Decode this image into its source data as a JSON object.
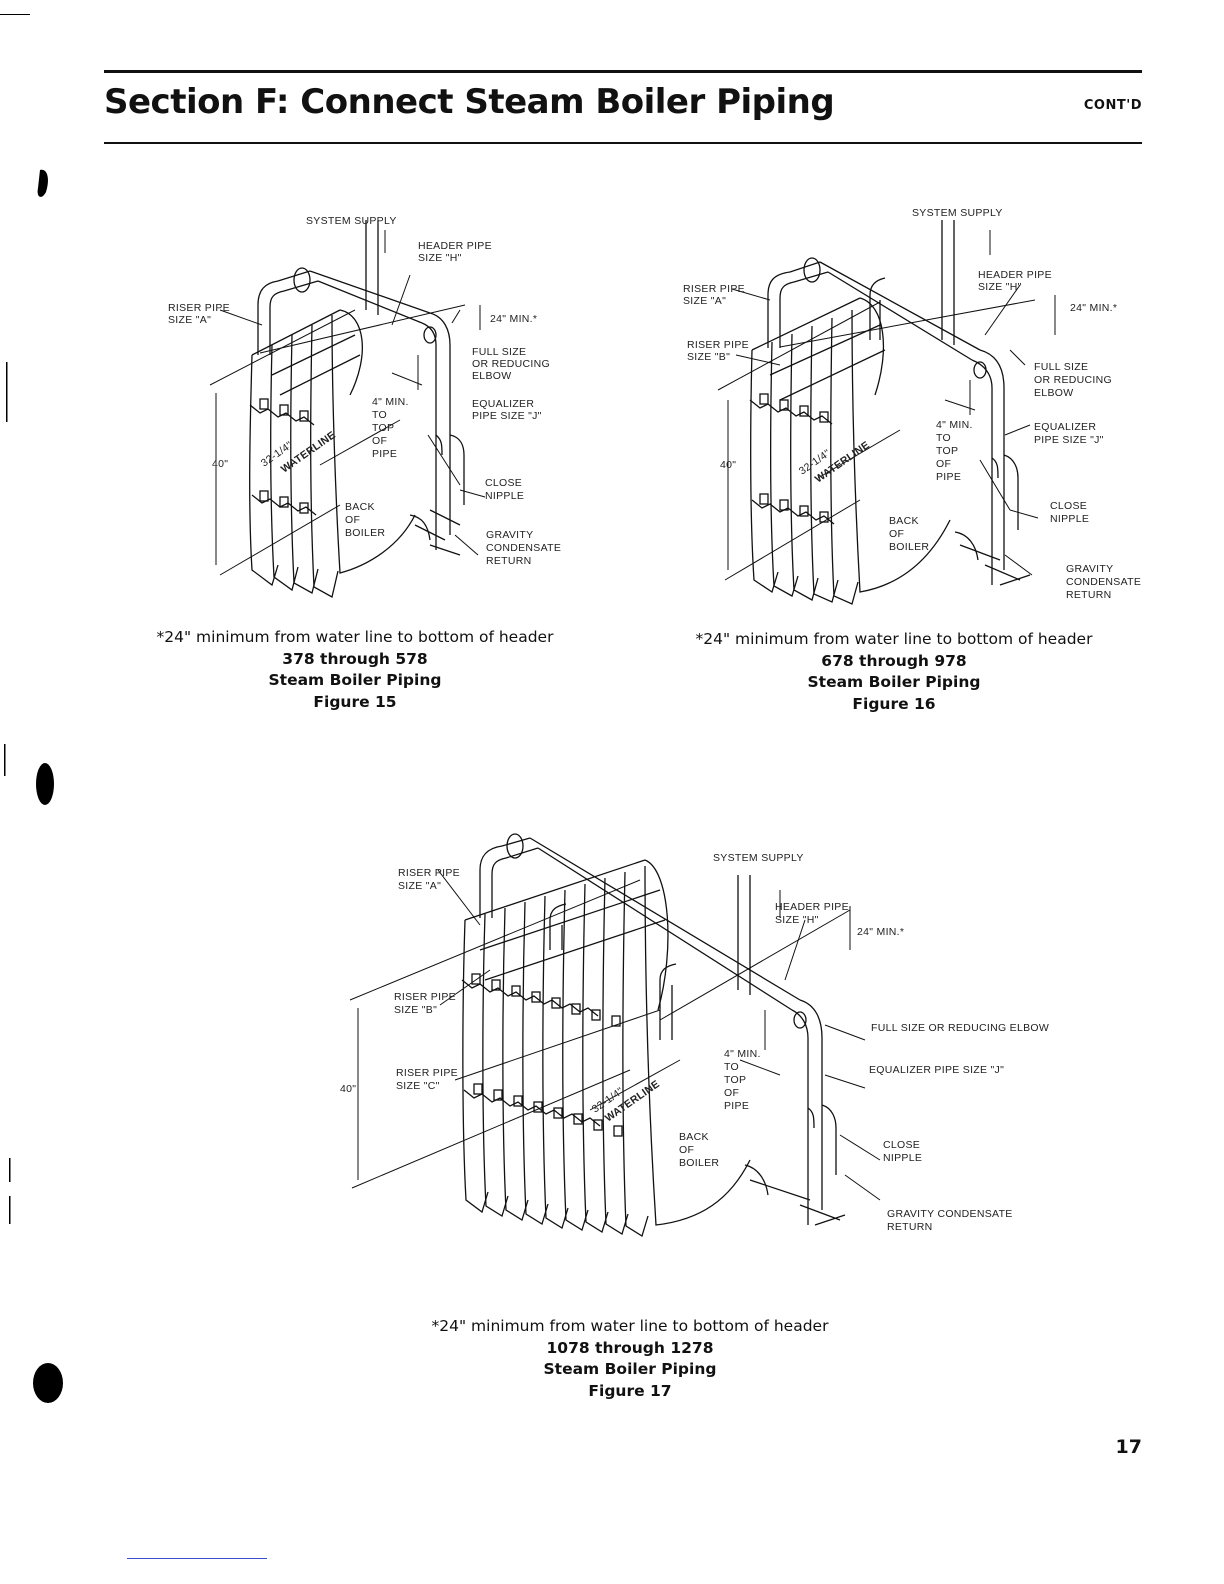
{
  "header": {
    "title": "Section F: Connect Steam Boiler Piping",
    "contd": "CONT'D"
  },
  "figures": [
    {
      "labels": {
        "system_supply": "SYSTEM SUPPLY",
        "header_pipe_1": "HEADER PIPE",
        "header_pipe_2": "SIZE \"H\"",
        "riser_a_1": "RISER PIPE",
        "riser_a_2": "SIZE \"A\"",
        "min24": "24\" MIN.*",
        "elbow_1": "FULL SIZE",
        "elbow_2": "OR REDUCING",
        "elbow_3": "ELBOW",
        "min4_1": "4\" MIN.",
        "min4_2": "TO",
        "min4_3": "TOP",
        "min4_4": "OF",
        "min4_5": "PIPE",
        "equalizer_1": "EQUALIZER",
        "equalizer_2": "PIPE SIZE \"J\"",
        "dim40": "40\"",
        "waterline_dim": "32-1/4\"",
        "waterline": "WATERLINE",
        "nipple_1": "CLOSE",
        "nipple_2": "NIPPLE",
        "back_1": "BACK",
        "back_2": "OF",
        "back_3": "BOILER",
        "gravity_1": "GRAVITY",
        "gravity_2": "CONDENSATE",
        "gravity_3": "RETURN"
      },
      "caption": {
        "line1": "*24\" minimum from water line to bottom of header",
        "line2": "378 through 578",
        "line3": "Steam Boiler Piping",
        "line4": "Figure 15"
      }
    },
    {
      "labels": {
        "system_supply": "SYSTEM SUPPLY",
        "header_pipe_1": "HEADER PIPE",
        "header_pipe_2": "SIZE \"H\"",
        "riser_a_1": "RISER PIPE",
        "riser_a_2": "SIZE \"A\"",
        "riser_b_1": "RISER PIPE",
        "riser_b_2": "SIZE \"B\"",
        "min24": "24\" MIN.*",
        "elbow_1": "FULL SIZE",
        "elbow_2": "OR REDUCING",
        "elbow_3": "ELBOW",
        "min4_1": "4\" MIN.",
        "min4_2": "TO",
        "min4_3": "TOP",
        "min4_4": "OF",
        "min4_5": "PIPE",
        "equalizer_1": "EQUALIZER",
        "equalizer_2": "PIPE SIZE \"J\"",
        "dim40": "40\"",
        "waterline_dim": "32-1/4\"",
        "waterline": "WATERLINE",
        "nipple_1": "CLOSE",
        "nipple_2": "NIPPLE",
        "back_1": "BACK",
        "back_2": "OF",
        "back_3": "BOILER",
        "gravity_1": "GRAVITY",
        "gravity_2": "CONDENSATE",
        "gravity_3": "RETURN"
      },
      "caption": {
        "line1": "*24\" minimum from water line to bottom of header",
        "line2": "678 through 978",
        "line3": "Steam Boiler Piping",
        "line4": "Figure 16"
      }
    },
    {
      "labels": {
        "system_supply": "SYSTEM SUPPLY",
        "header_pipe_1": "HEADER PIPE",
        "header_pipe_2": "SIZE \"H\"",
        "riser_a_1": "RISER PIPE",
        "riser_a_2": "SIZE \"A\"",
        "riser_b_1": "RISER PIPE",
        "riser_b_2": "SIZE \"B\"",
        "riser_c_1": "RISER PIPE",
        "riser_c_2": "SIZE \"C\"",
        "min24": "24\" MIN.*",
        "elbow": "FULL SIZE OR REDUCING ELBOW",
        "equalizer": "EQUALIZER PIPE SIZE \"J\"",
        "min4_1": "4\" MIN.",
        "min4_2": "TO",
        "min4_3": "TOP",
        "min4_4": "OF",
        "min4_5": "PIPE",
        "dim40": "40\"",
        "waterline_dim": "32-1/4\"",
        "waterline": "WATERLINE",
        "nipple_1": "CLOSE",
        "nipple_2": "NIPPLE",
        "back_1": "BACK",
        "back_2": "OF",
        "back_3": "BOILER",
        "gravity_1": "GRAVITY CONDENSATE",
        "gravity_2": "RETURN"
      },
      "caption": {
        "line1": "*24\" minimum from water line to bottom of header",
        "line2": "1078 through 1278",
        "line3": "Steam Boiler Piping",
        "line4": "Figure 17"
      }
    }
  ],
  "page_number": "17"
}
